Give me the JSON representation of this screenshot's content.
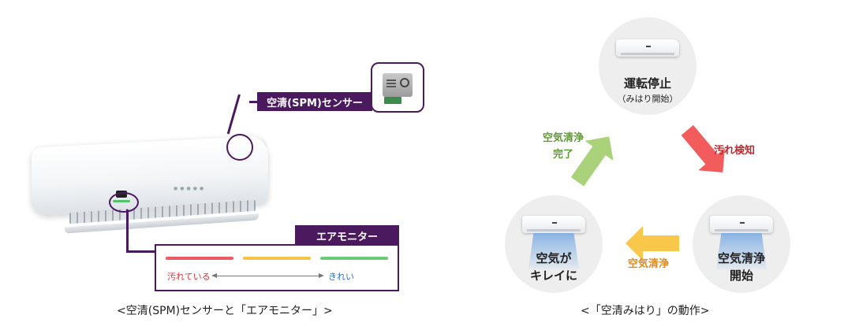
{
  "left": {
    "sensor_label": "空清(SPM)センサー",
    "monitor_title": "エアモニター",
    "monitor_left": "汚れている",
    "monitor_right": "きれい",
    "caption": "<空清(SPM)センサーと「エアモニター」>",
    "bar_colors": [
      "#ec5a63",
      "#f7c24c",
      "#6cc979"
    ]
  },
  "right": {
    "nodes": {
      "stop": {
        "title": "運転停止",
        "sub": "（みはり開始）"
      },
      "start": {
        "line1": "空気清浄",
        "line2": "開始"
      },
      "clean": {
        "line1": "空気が",
        "line2": "キレイに"
      }
    },
    "arrows": {
      "detect": {
        "label": "汚れ検知",
        "color": "#f25c5c"
      },
      "purify": {
        "label": "空気清浄",
        "color": "#f9c84a"
      },
      "done": {
        "line1": "空気清浄",
        "line2": "完了",
        "color": "#a9d27b"
      }
    },
    "label_colors": {
      "detect": "#c0282e",
      "purify": "#e08a1e",
      "done": "#5f9a37"
    },
    "caption": "<「空清みはり」の動作>"
  }
}
